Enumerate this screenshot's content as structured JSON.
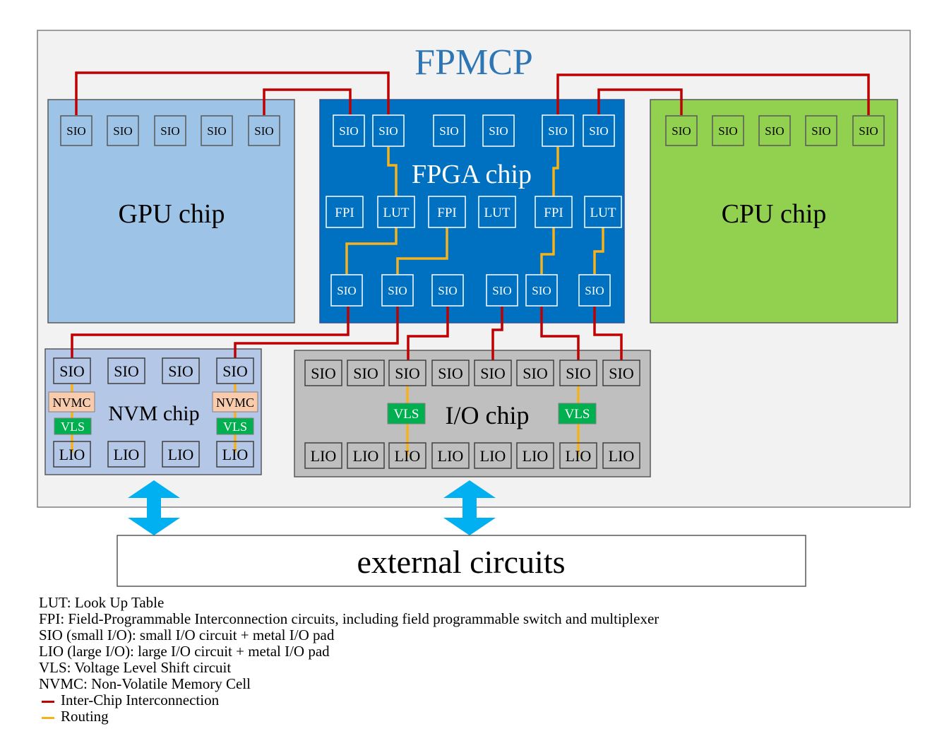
{
  "title": "FPMCP",
  "external": "external circuits",
  "chips": {
    "gpu": {
      "label": "GPU chip",
      "pads": [
        "SIO",
        "SIO",
        "SIO",
        "SIO",
        "SIO"
      ]
    },
    "fpga": {
      "label": "FPGA chip",
      "top": [
        "SIO",
        "SIO",
        "SIO",
        "SIO",
        "SIO",
        "SIO"
      ],
      "mid": [
        "FPI",
        "LUT",
        "FPI",
        "LUT",
        "FPI",
        "LUT"
      ],
      "bottom": [
        "SIO",
        "SIO",
        "SIO",
        "SIO",
        "SIO",
        "SIO"
      ]
    },
    "cpu": {
      "label": "CPU chip",
      "pads": [
        "SIO",
        "SIO",
        "SIO",
        "SIO",
        "SIO"
      ]
    },
    "nvm": {
      "label": "NVM chip",
      "top": [
        "SIO",
        "SIO",
        "SIO",
        "SIO"
      ],
      "bottom": [
        "LIO",
        "LIO",
        "LIO",
        "LIO"
      ],
      "nvmc": "NVMC",
      "vls": "VLS"
    },
    "io": {
      "label": "I/O chip",
      "top": [
        "SIO",
        "SIO",
        "SIO",
        "SIO",
        "SIO",
        "SIO",
        "SIO",
        "SIO"
      ],
      "bottom": [
        "LIO",
        "LIO",
        "LIO",
        "LIO",
        "LIO",
        "LIO",
        "LIO",
        "LIO"
      ],
      "vls": "VLS"
    }
  },
  "legend": [
    "LUT: Look Up Table",
    "FPI: Field-Programmable Interconnection circuits, including field programmable switch and multiplexer",
    "SIO (small I/O): small I/O circuit + metal I/O pad",
    "LIO (large I/O): large I/O circuit + metal I/O pad",
    "VLS: Voltage Level Shift circuit",
    "NVMC: Non-Volatile Memory Cell"
  ],
  "legend_lines": [
    {
      "label": "Inter-Chip Interconnection",
      "color": "#c00000"
    },
    {
      "label": "Routing",
      "color": "#f5b21b"
    }
  ],
  "colors": {
    "package_bg": "#f2f2f2",
    "gpu": "#9dc3e6",
    "fpga": "#0070c0",
    "cpu": "#92d050",
    "nvm": "#b4c7e7",
    "io": "#bfbfbf",
    "nvmc": "#f8cbad",
    "vls": "#00b050",
    "arrow": "#00b0f0",
    "title": "#2e75b6"
  }
}
